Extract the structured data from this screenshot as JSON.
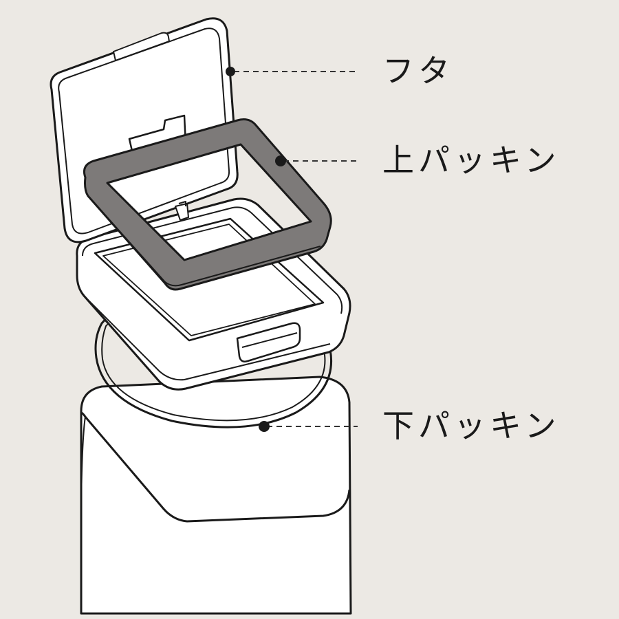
{
  "callouts": {
    "lid": "フタ",
    "upper_gasket": "上パッキン",
    "lower_gasket": "下パッキン"
  },
  "colors": {
    "background": "#ece9e4",
    "line": "#1a1a1a",
    "body_fill": "#ffffff",
    "gasket_fill": "#7d7a79"
  }
}
